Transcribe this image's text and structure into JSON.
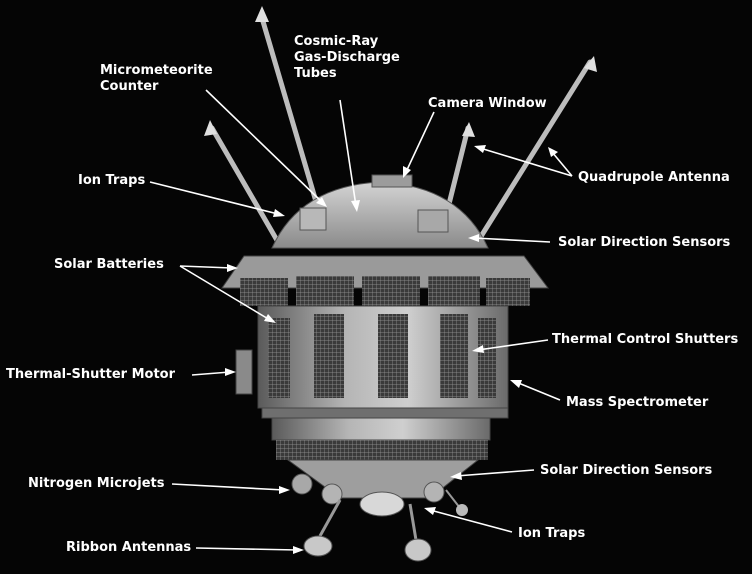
{
  "diagram": {
    "labels": {
      "cosmic_ray": "Cosmic-Ray\nGas-Discharge\nTubes",
      "micrometeorite": "Micrometeorite\nCounter",
      "camera_window": "Camera Window",
      "ion_traps_top": "Ion Traps",
      "quadrupole_antenna": "Quadrupole Antenna",
      "solar_batteries": "Solar Batteries",
      "solar_direction_upper": "Solar Direction Sensors",
      "thermal_control_shutters": "Thermal Control Shutters",
      "thermal_shutter_motor": "Thermal-Shutter Motor",
      "mass_spectrometer": "Mass Spectrometer",
      "solar_direction_lower": "Solar Direction Sensors",
      "nitrogen_microjets": "Nitrogen Microjets",
      "ion_traps_bottom": "Ion Traps",
      "ribbon_antennas": "Ribbon Antennas"
    },
    "colors": {
      "background": "#050505",
      "label": "#ffffff",
      "body": "#8e8e8e"
    }
  }
}
